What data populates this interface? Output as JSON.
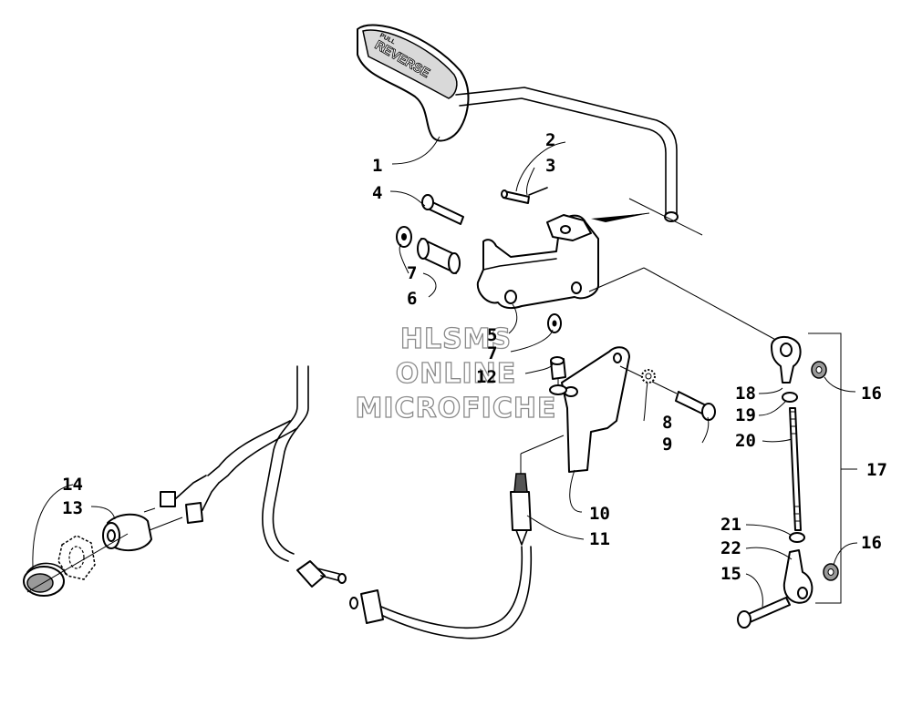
{
  "watermark": {
    "lines": [
      "HLSMS",
      "ONLINE",
      "MICROFICHE"
    ]
  },
  "handle_text": {
    "top": "PULL",
    "main": "REVERSE"
  },
  "callouts": [
    {
      "id": "c1",
      "label": "1"
    },
    {
      "id": "c2",
      "label": "2"
    },
    {
      "id": "c3",
      "label": "3"
    },
    {
      "id": "c4",
      "label": "4"
    },
    {
      "id": "c5",
      "label": "5"
    },
    {
      "id": "c6",
      "label": "6"
    },
    {
      "id": "c7a",
      "label": "7"
    },
    {
      "id": "c7b",
      "label": "7"
    },
    {
      "id": "c8",
      "label": "8"
    },
    {
      "id": "c9",
      "label": "9"
    },
    {
      "id": "c10",
      "label": "10"
    },
    {
      "id": "c11",
      "label": "11"
    },
    {
      "id": "c12",
      "label": "12"
    },
    {
      "id": "c13",
      "label": "13"
    },
    {
      "id": "c14",
      "label": "14"
    },
    {
      "id": "c15",
      "label": "15"
    },
    {
      "id": "c16a",
      "label": "16"
    },
    {
      "id": "c16b",
      "label": "16"
    },
    {
      "id": "c17",
      "label": "17"
    },
    {
      "id": "c18",
      "label": "18"
    },
    {
      "id": "c19",
      "label": "19"
    },
    {
      "id": "c20",
      "label": "20"
    },
    {
      "id": "c21",
      "label": "21"
    },
    {
      "id": "c22",
      "label": "22"
    }
  ]
}
